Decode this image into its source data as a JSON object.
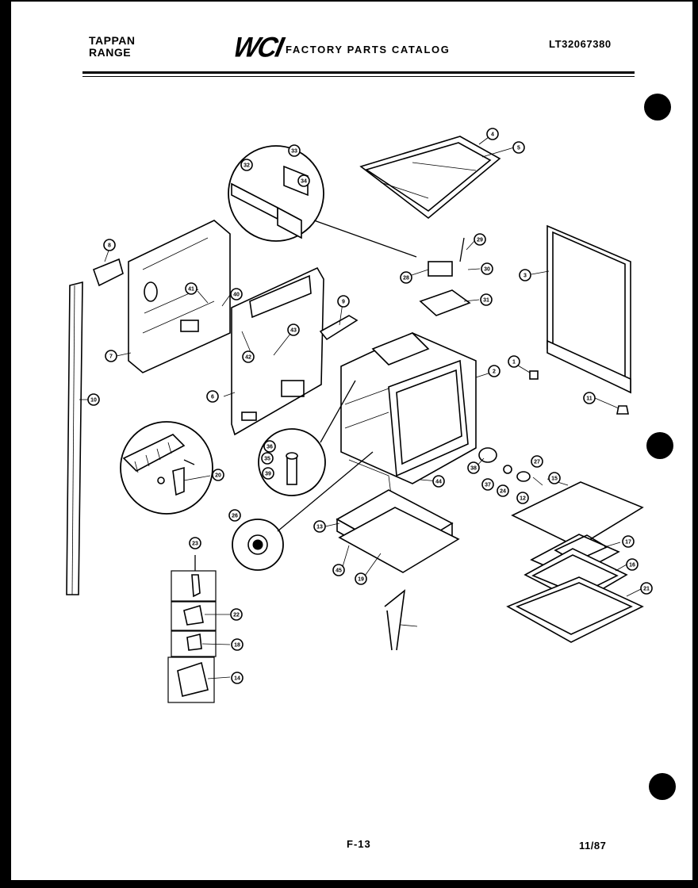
{
  "header": {
    "brand_line1": "TAPPAN",
    "brand_line2": "RANGE",
    "logo": "WCI",
    "catalog_title": "FACTORY PARTS CATALOG",
    "model_number": "LT32067380"
  },
  "footer": {
    "page_number": "F-13",
    "date": "11/87"
  },
  "callouts": [
    "4",
    "5",
    "8",
    "7",
    "41",
    "40",
    "6",
    "42",
    "43",
    "9",
    "32",
    "33",
    "34",
    "28",
    "29",
    "30",
    "31",
    "3",
    "1",
    "2",
    "10",
    "11",
    "20",
    "36",
    "35",
    "39",
    "38",
    "37",
    "24",
    "27",
    "12",
    "44",
    "26",
    "13",
    "45",
    "19",
    "15",
    "17",
    "16",
    "21",
    "23",
    "22",
    "18",
    "14"
  ]
}
